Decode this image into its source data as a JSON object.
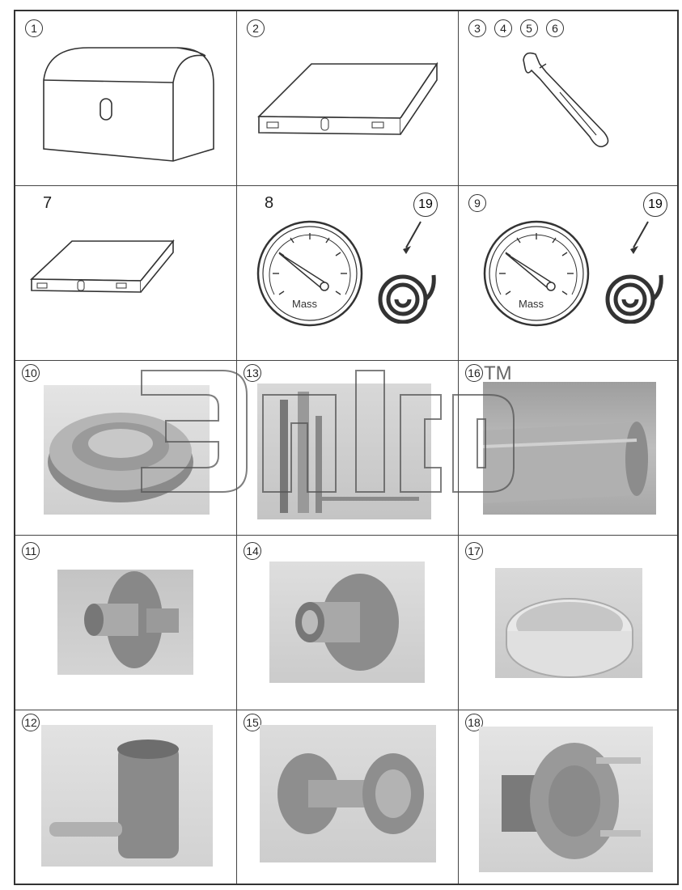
{
  "cells": [
    {
      "id": "1",
      "label": "1"
    },
    {
      "id": "2",
      "label": "2"
    },
    {
      "id": "3-6",
      "labels": [
        "3",
        "4",
        "5",
        "6"
      ]
    },
    {
      "id": "7",
      "label": "7"
    },
    {
      "id": "8",
      "label": "8",
      "gauge": "Mass",
      "hose_label": "19"
    },
    {
      "id": "9",
      "label": "9",
      "gauge": "Mass",
      "hose_label": "19"
    },
    {
      "id": "10",
      "label": "10"
    },
    {
      "id": "13",
      "label": "13"
    },
    {
      "id": "16",
      "label": "16"
    },
    {
      "id": "11",
      "label": "11"
    },
    {
      "id": "14",
      "label": "14"
    },
    {
      "id": "17",
      "label": "17"
    },
    {
      "id": "12",
      "label": "12"
    },
    {
      "id": "15",
      "label": "15"
    },
    {
      "id": "18",
      "label": "18"
    }
  ],
  "watermark_tm": "TM"
}
